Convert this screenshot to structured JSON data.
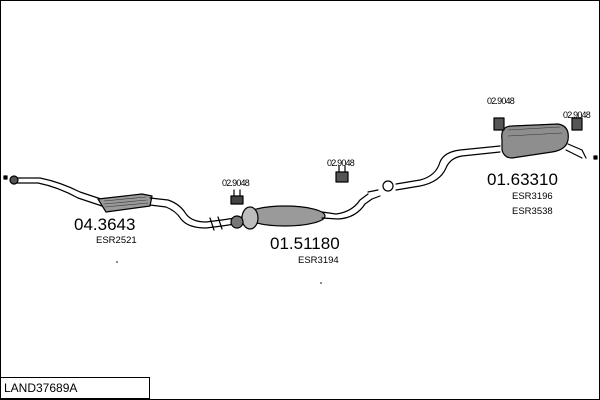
{
  "diagram_code": "LAND37689A",
  "parts": [
    {
      "part_number": "04.3643",
      "ref": "ESR2521"
    },
    {
      "part_number": "01.51180",
      "ref": "ESR3194"
    },
    {
      "part_number": "01.63310",
      "refs": [
        "ESR3196",
        "ESR3538"
      ]
    }
  ],
  "mount_labels": [
    "02.9048",
    "02.9048",
    "02.9048",
    "02.9048"
  ],
  "colors": {
    "line": "#000000",
    "fill_gray": "#9a9a9a",
    "fill_dark": "#555555"
  }
}
